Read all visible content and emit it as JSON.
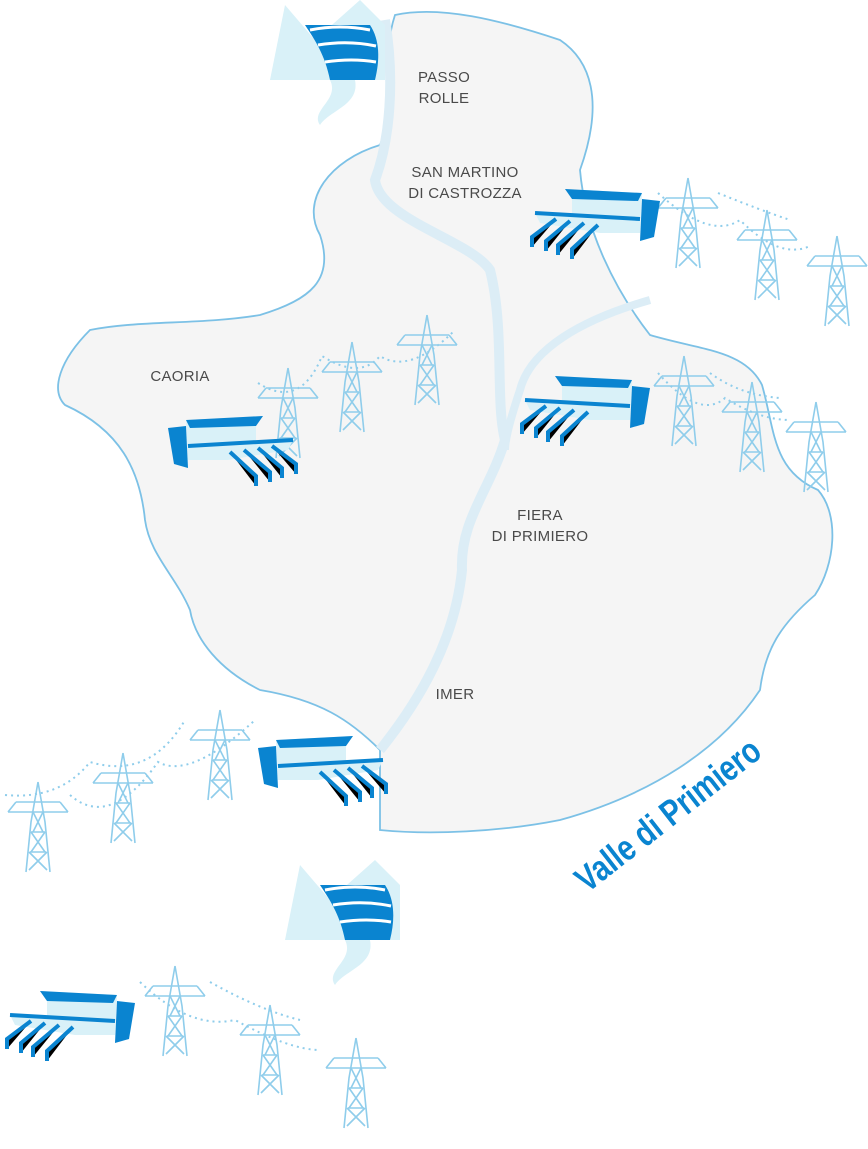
{
  "title": "Valle di Primiero",
  "places": [
    {
      "line1": "PASSO",
      "line2": "ROLLE"
    },
    {
      "line1": "SAN MARTINO",
      "line2": "DI CASTROZZA"
    },
    {
      "line1": "CAORIA",
      "line2": ""
    },
    {
      "line1": "FIERA",
      "line2": "DI PRIMIERO"
    },
    {
      "line1": "IMER",
      "line2": ""
    }
  ],
  "colors": {
    "accent": "#0a84d0",
    "light": "#d9f1f8",
    "outline": "#7cc1e6",
    "land": "#f5f5f5",
    "text": "#4a4a4a"
  },
  "icons": [
    "dam-icon",
    "power-plant-icon",
    "pylon-icon"
  ]
}
